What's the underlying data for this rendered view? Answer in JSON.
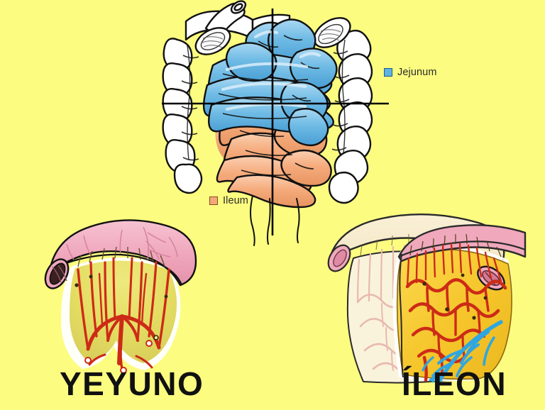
{
  "background_color": "#fcfc80",
  "figures": {
    "abdomen": {
      "name": "small-intestine-quadrant-diagram",
      "description": "Anterior abdominal view: white haustrated colon frames blue jejunum loops in upper quadrants and orange ileum loops in lower quadrants, divided by black crosshair quadrant lines",
      "colors": {
        "colon": "#ffffff",
        "jejunum": "#6fbbe5",
        "ileum": "#f5ab7c",
        "outline": "#111111",
        "crosshair": "#000000"
      }
    },
    "jejunum_detail": {
      "name": "jejunum-mesentery-detail",
      "description": "Pink jejunal segment cut open at left end, with yellow mesentery showing few arterial arcades and long straight vasa recta",
      "colors": {
        "wall": "#f0a8bc",
        "mesentery": "#e8e06a",
        "artery": "#cc2b16",
        "lumen": "#3a2020"
      }
    },
    "ileum_detail": {
      "name": "ileum-mesentery-detail",
      "description": "Ileal segment shown as pale ghost layer overlaid by vivid layer: yellow fat-laden mesentery with many short arterial arcades and blue veins",
      "colors": {
        "wall_pale": "#f6eed2",
        "wall": "#f0a8bc",
        "mesentery": "#f5c52a",
        "artery": "#cc2b16",
        "vein": "#2fa6e0"
      }
    }
  },
  "legend": {
    "jejunum": {
      "label": "Jejunum",
      "swatch_color": "#62b3e0",
      "swatch_border": "#1a5f8a"
    },
    "ileum": {
      "label": "Ileum",
      "swatch_color": "#f3a878",
      "swatch_border": "#8a4a22"
    }
  },
  "captions": {
    "left": "YEYUNO",
    "right": "ÍLEON",
    "color": "#111111"
  }
}
